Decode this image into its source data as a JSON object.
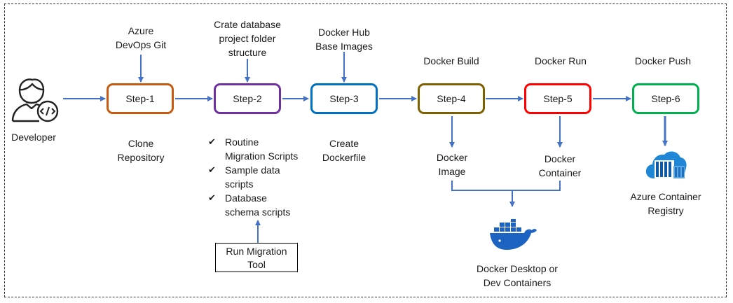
{
  "developer": {
    "label": "Developer",
    "icon": "developer-code-icon"
  },
  "steps": [
    {
      "label": "Step-1",
      "color": "#C55A11",
      "above": "Azure\nDevOps Git",
      "below": "Clone\nRepository"
    },
    {
      "label": "Step-2",
      "color": "#7030A0",
      "above": "Crate database\nproject folder\nstructure",
      "checklist": [
        "Routine\nMigration Scripts",
        "Sample data\nscripts",
        "Database\nschema scripts"
      ]
    },
    {
      "label": "Step-3",
      "color": "#0070C0",
      "above": "Docker Hub\nBase Images",
      "below": "Create\nDockerfile"
    },
    {
      "label": "Step-4",
      "color": "#7F6000",
      "above": "Docker Build",
      "below": "Docker\nImage"
    },
    {
      "label": "Step-5",
      "color": "#FF0000",
      "above": "Docker Run",
      "below": "Docker\nContainer"
    },
    {
      "label": "Step-6",
      "color": "#00B050",
      "above": "Docker Push",
      "below": "Azure Container\nRegistry"
    }
  ],
  "tool": {
    "label": "Run Migration\nTool"
  },
  "docker_target": {
    "label": "Docker Desktop or\nDev Containers",
    "icon": "docker-whale-icon"
  },
  "registry": {
    "icon": "azure-container-registry-icon"
  },
  "colors": {
    "connector": "#4472C4",
    "docker": "#1D63C1",
    "azure": "#0F7BD4"
  }
}
